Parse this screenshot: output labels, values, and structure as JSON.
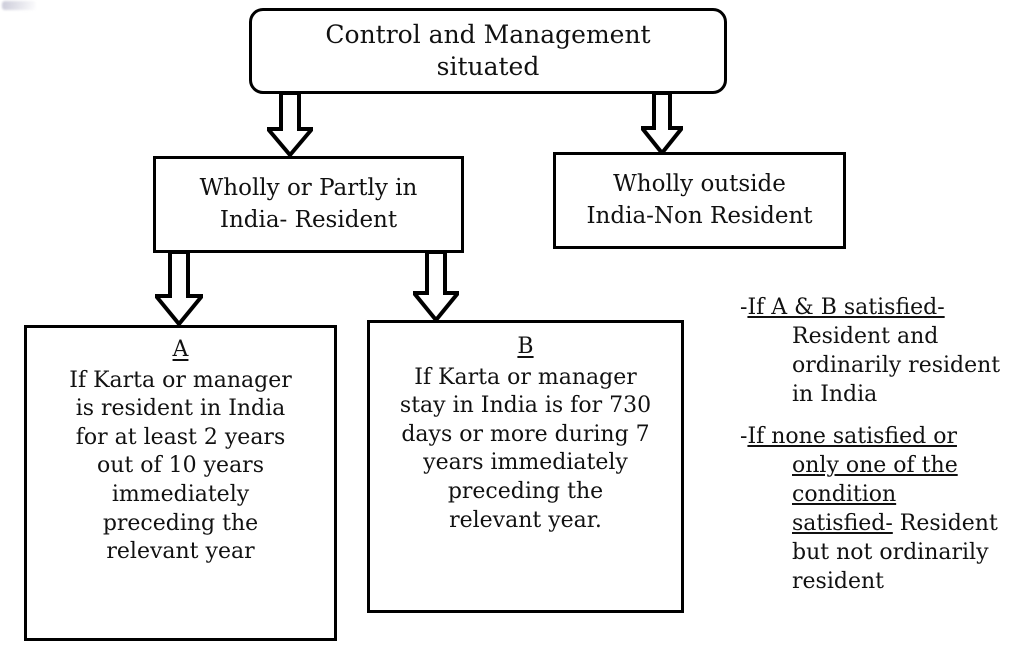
{
  "diagram": {
    "title": "Residential status of HUF - Control and Management flowchart",
    "stroke_color": "#000000",
    "background_color": "#ffffff"
  },
  "nodes": {
    "top": {
      "name": "control-and-management",
      "line1": "Control and Management",
      "line2": "situated"
    },
    "mid_left": {
      "name": "wholly-or-partly-in-india",
      "line1": "Wholly or Partly in",
      "line2": "India- Resident"
    },
    "mid_right": {
      "name": "wholly-outside-india",
      "line1": "Wholly outside",
      "line2": "India-Non Resident"
    },
    "condition_a": {
      "label": "A",
      "lines": [
        "If Karta or manager",
        "is resident in India",
        "for at least 2 years",
        "out of 10 years",
        "immediately",
        "preceding the",
        "relevant year"
      ]
    },
    "condition_b": {
      "label": "B",
      "lines": [
        "If Karta or manager",
        "stay in India is for 730",
        "days or more during 7",
        "years immediately",
        "preceding the",
        "relevant year."
      ]
    }
  },
  "arrows": [
    {
      "name": "arrow-top-to-mid-left",
      "style": "hollow-block-down"
    },
    {
      "name": "arrow-top-to-mid-right",
      "style": "hollow-block-down"
    },
    {
      "name": "arrow-mid-left-to-a",
      "style": "hollow-block-down"
    },
    {
      "name": "arrow-mid-left-to-b",
      "style": "hollow-block-down"
    }
  ],
  "notes": [
    {
      "name": "note-both-satisfied",
      "dash": "-",
      "underlined": "If A & B satisfied-",
      "rest_line1": "Resident and",
      "rest_line2": "ordinarily resident",
      "rest_line3": "in India"
    },
    {
      "name": "note-none-or-one-satisfied",
      "dash": "-",
      "underlined_line1": "If none satisfied or",
      "underlined_line2": "only one of the",
      "underlined_line3": "condition",
      "underlined_line4": "satisfied-",
      "rest_line4": " Resident",
      "rest_line5": "but not ordinarily",
      "rest_line6": "resident"
    }
  ]
}
